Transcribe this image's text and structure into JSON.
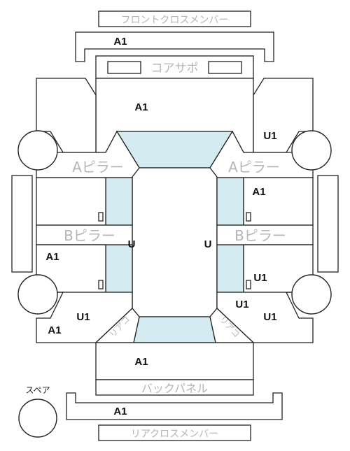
{
  "labels": {
    "front_cross_member": "フロントクロスメンバー",
    "core_support": "コアサポ",
    "a_pillar": "Aピラー",
    "b_pillar": "Bピラー",
    "back_panel": "バックパネル",
    "rear_cross_member": "リアクロスメンバー",
    "spare": "スペア",
    "rear_corner": "リアコ"
  },
  "grades": {
    "front_cross_member": "A1",
    "hood": "A1",
    "front_right_fender": "U1",
    "right_front_door": "A1",
    "left_pillar_panel": "U",
    "right_pillar_panel": "U",
    "left_rear_door": "A1",
    "right_rear_door": "U1",
    "right_rear_quarter_upper": "U1",
    "right_rear_quarter": "U1",
    "left_rear_quarter_upper": "U1",
    "left_rear_quarter": "A1",
    "trunk": "A1",
    "rear_cross_member": "A1"
  },
  "colors": {
    "glass": "#d4ebf2",
    "outline": "#222222",
    "muted_label": "#b5b5b5"
  }
}
